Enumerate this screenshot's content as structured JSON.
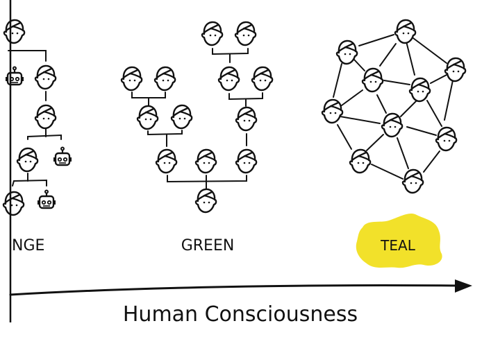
{
  "colors": {
    "ink": "#111111",
    "highlight": "#f2e12a",
    "background": "#ffffff"
  },
  "icons": {
    "person": "person-face-icon",
    "robot": "robot-icon"
  },
  "stages": {
    "orange": {
      "label": "NGE"
    },
    "green": {
      "label": "GREEN"
    },
    "teal": {
      "label": "TEAL"
    }
  },
  "axis": {
    "label": "Human Consciousness"
  }
}
